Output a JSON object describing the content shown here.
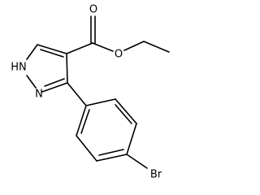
{
  "molecule": {
    "labels": {
      "nh": "HN",
      "n": "N",
      "o_carbonyl": "O",
      "o_ester": "O",
      "br": "Br"
    }
  }
}
